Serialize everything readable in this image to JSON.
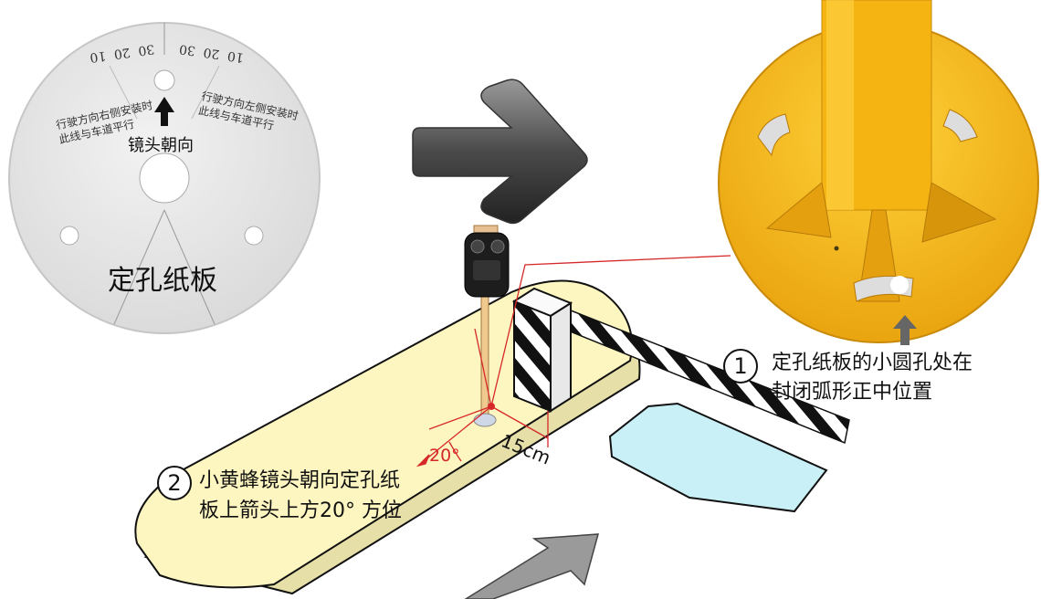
{
  "template": {
    "center_label": "镜头朝向",
    "main_label": "定孔纸板",
    "left_note": [
      "行驶方向右侧安装时",
      "此线与车道平行"
    ],
    "right_note": [
      "行驶方向左侧安装时",
      "此线与车道平行"
    ],
    "scale_left": [
      "30",
      "20",
      "10"
    ],
    "scale_right": [
      "10",
      "20",
      "30"
    ]
  },
  "callout1": {
    "number": "1",
    "lines": [
      "定孔纸板的小圆孔处在",
      "封闭弧形正中位置"
    ]
  },
  "callout2": {
    "number": "2",
    "lines": [
      "小黄蜂镜头朝向定孔纸",
      "板上箭头上方20° 方位"
    ]
  },
  "measurements": {
    "distance": "15cm",
    "angle": "20°"
  },
  "colors": {
    "island": "#fdf6c0",
    "base_yellow": "#f7b51b",
    "lane_blue": "#c9f0f6",
    "arrow_dark": "#555555",
    "arrow_gray": "#999999",
    "red_line": "#d62828"
  }
}
